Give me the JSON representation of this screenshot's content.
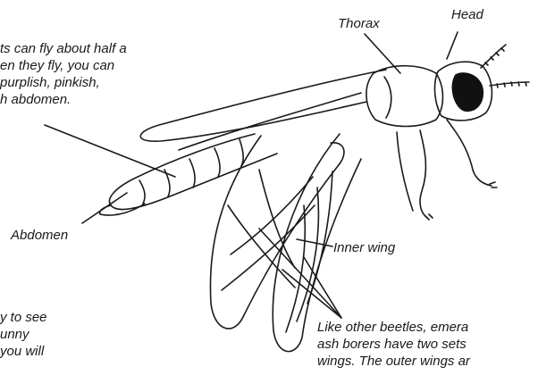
{
  "labels": {
    "head": "Head",
    "thorax": "Thorax",
    "abdomen": "Abdomen",
    "inner_wing": "Inner wing"
  },
  "captions": {
    "top_lines": [
      "ts can fly about half a",
      "en they fly, you can",
      "purplish, pinkish,",
      "h abdomen."
    ],
    "bottom_lines": [
      "Like other beetles, emera",
      "ash borers have two sets",
      "wings. The outer wings ar"
    ],
    "left_lines": [
      "y to see",
      "unny",
      "you will"
    ]
  }
}
